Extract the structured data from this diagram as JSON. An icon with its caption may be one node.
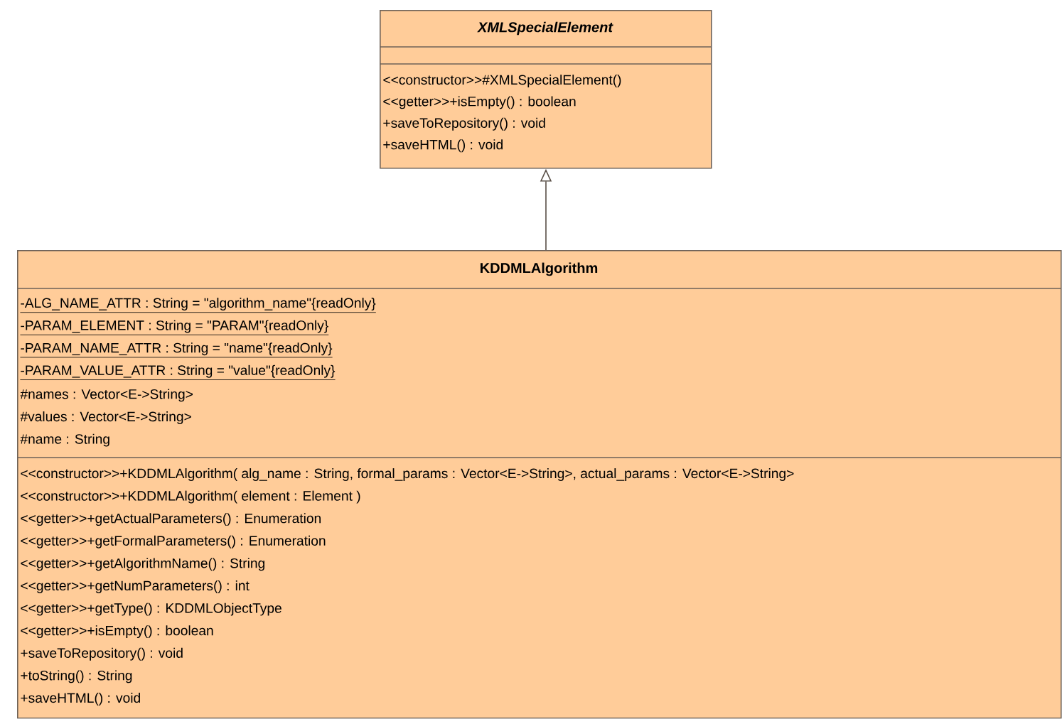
{
  "diagram": {
    "nodes": [
      {
        "text": [
          "XMLSpecialElement",
          "<<constructor>>#XMLSpecialElement()",
          "<<getter>>+isEmpty() : boolean",
          "+saveToRepository() : void",
          "+saveHTML() : void"
        ]
      },
      {
        "text": [
          "KDDMLAlgorithm",
          "-ALG_NAME_ATTR : String = \"algorithm_name\"{readOnly}",
          "-PARAM_ELEMENT : String = \"PARAM\"{readOnly}",
          "-PARAM_NAME_ATTR : String = \"name\"{readOnly}",
          "-PARAM_VALUE_ATTR : String = \"value\"{readOnly}",
          "#names : Vector<E->String>",
          "#values : Vector<E->String>",
          "#name : String",
          "<<constructor>>+KDDMLAlgorithm( alg_name : String, formal_params : Vector<E->String>, actual_params : Vector<E->String>",
          "<<constructor>>+KDDMLAlgorithm( element : Element )",
          "<<getter>>+getActualParameters() : Enumeration",
          "<<getter>>+getFormalParameters() : Enumeration",
          "<<getter>>+getAlgorithmName() : String",
          "<<getter>>+getNumParameters() : int",
          "<<getter>>+getType() : KDDMLObjectType",
          "<<getter>>+isEmpty() : boolean",
          "+saveToRepository() : void",
          "+toString() : String",
          "+saveHTML() : void"
        ]
      }
    ],
    "edges": [
      {
        "from": 1,
        "to": 0,
        "arrow": "to"
      }
    ]
  }
}
